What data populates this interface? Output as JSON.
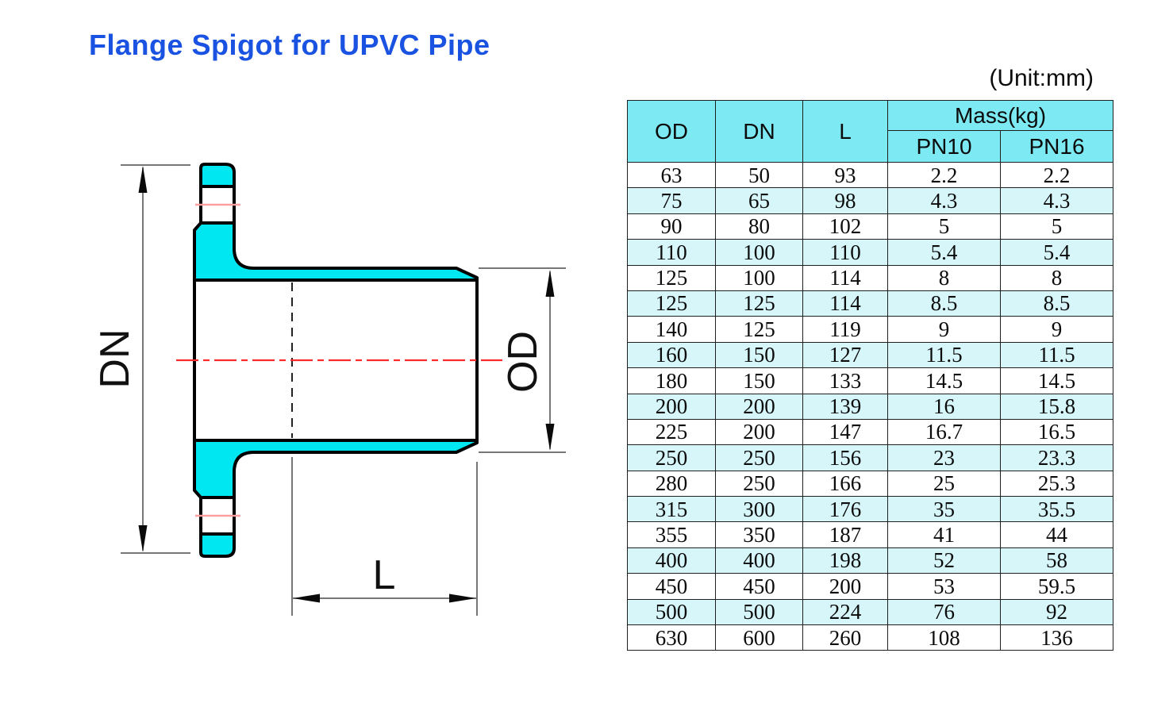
{
  "title": "Flange Spigot for UPVC Pipe",
  "unit_label": "(Unit:mm)",
  "colors": {
    "accent_blue": "#1a52e2",
    "diagram_fill": "#00e7f2",
    "table_header_bg": "#7de9f2",
    "table_stripe_bg": "#d6f6fa",
    "centerline_red": "#fb2c2c",
    "hole_line_pink": "#ffa0a0"
  },
  "diagram": {
    "labels": {
      "dn": "DN",
      "od": "OD",
      "l": "L"
    }
  },
  "table": {
    "header": {
      "od": "OD",
      "dn": "DN",
      "l": "L",
      "mass": "Mass(kg)",
      "pn10": "PN10",
      "pn16": "PN16"
    },
    "rows": [
      [
        "63",
        "50",
        "93",
        "2.2",
        "2.2"
      ],
      [
        "75",
        "65",
        "98",
        "4.3",
        "4.3"
      ],
      [
        "90",
        "80",
        "102",
        "5",
        "5"
      ],
      [
        "110",
        "100",
        "110",
        "5.4",
        "5.4"
      ],
      [
        "125",
        "100",
        "114",
        "8",
        "8"
      ],
      [
        "125",
        "125",
        "114",
        "8.5",
        "8.5"
      ],
      [
        "140",
        "125",
        "119",
        "9",
        "9"
      ],
      [
        "160",
        "150",
        "127",
        "11.5",
        "11.5"
      ],
      [
        "180",
        "150",
        "133",
        "14.5",
        "14.5"
      ],
      [
        "200",
        "200",
        "139",
        "16",
        "15.8"
      ],
      [
        "225",
        "200",
        "147",
        "16.7",
        "16.5"
      ],
      [
        "250",
        "250",
        "156",
        "23",
        "23.3"
      ],
      [
        "280",
        "250",
        "166",
        "25",
        "25.3"
      ],
      [
        "315",
        "300",
        "176",
        "35",
        "35.5"
      ],
      [
        "355",
        "350",
        "187",
        "41",
        "44"
      ],
      [
        "400",
        "400",
        "198",
        "52",
        "58"
      ],
      [
        "450",
        "450",
        "200",
        "53",
        "59.5"
      ],
      [
        "500",
        "500",
        "224",
        "76",
        "92"
      ],
      [
        "630",
        "600",
        "260",
        "108",
        "136"
      ]
    ]
  }
}
